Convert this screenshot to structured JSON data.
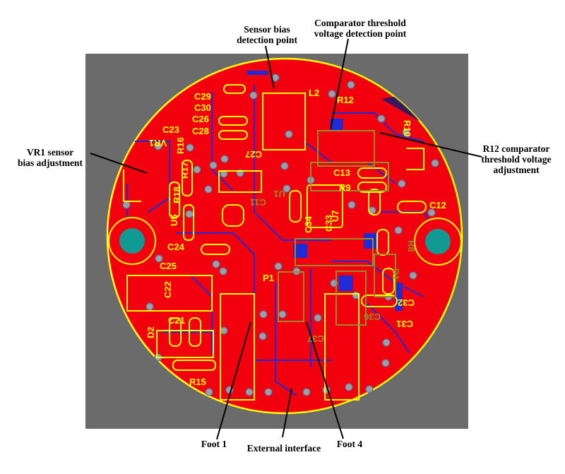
{
  "colors": {
    "board_background": "#6b6b6b",
    "pcb_copper": "#f2000d",
    "silkscreen": "#ffff00",
    "traces": "#1f2bd6",
    "mounting_hole": "#109a93",
    "leader_line": "#000000"
  },
  "callouts": {
    "sensor_bias": {
      "line1": "Sensor bias",
      "line2": "detection point"
    },
    "comparator_threshold": {
      "line1": "Comparator threshold",
      "line2": "voltage detection point"
    },
    "vr1": {
      "line1": "VR1 sensor",
      "line2": "bias adjustment"
    },
    "r12": {
      "line1": "R12 comparator",
      "line2": "threshold voltage",
      "line3": "adjustment"
    },
    "foot1": "Foot 1",
    "external_interface": "External interface",
    "foot4": "Foot 4"
  },
  "silkscreen_labels": {
    "c29": "C29",
    "c30": "C30",
    "c26": "C26",
    "c28": "C28",
    "c23": "C23",
    "vr1": "VR1",
    "r16": "R16",
    "r17": "R17",
    "r18": "R18",
    "u5": "U5",
    "c24": "C24",
    "c25": "C25",
    "c22": "C22",
    "c21": "C21",
    "d2": "D2",
    "r15": "R15",
    "p1": "P1",
    "l2": "L2",
    "r12": "R12",
    "r10": "R10",
    "c27": "C27",
    "c13": "C13",
    "r9": "R9",
    "c12": "C12",
    "c34": "C34",
    "c33": "C33",
    "u7": "U7",
    "c32": "C32",
    "c31": "C31",
    "c36": "C36",
    "c37": "C37",
    "r8": "R8",
    "d1": "D1",
    "u1": "U1",
    "c11": "C11"
  }
}
